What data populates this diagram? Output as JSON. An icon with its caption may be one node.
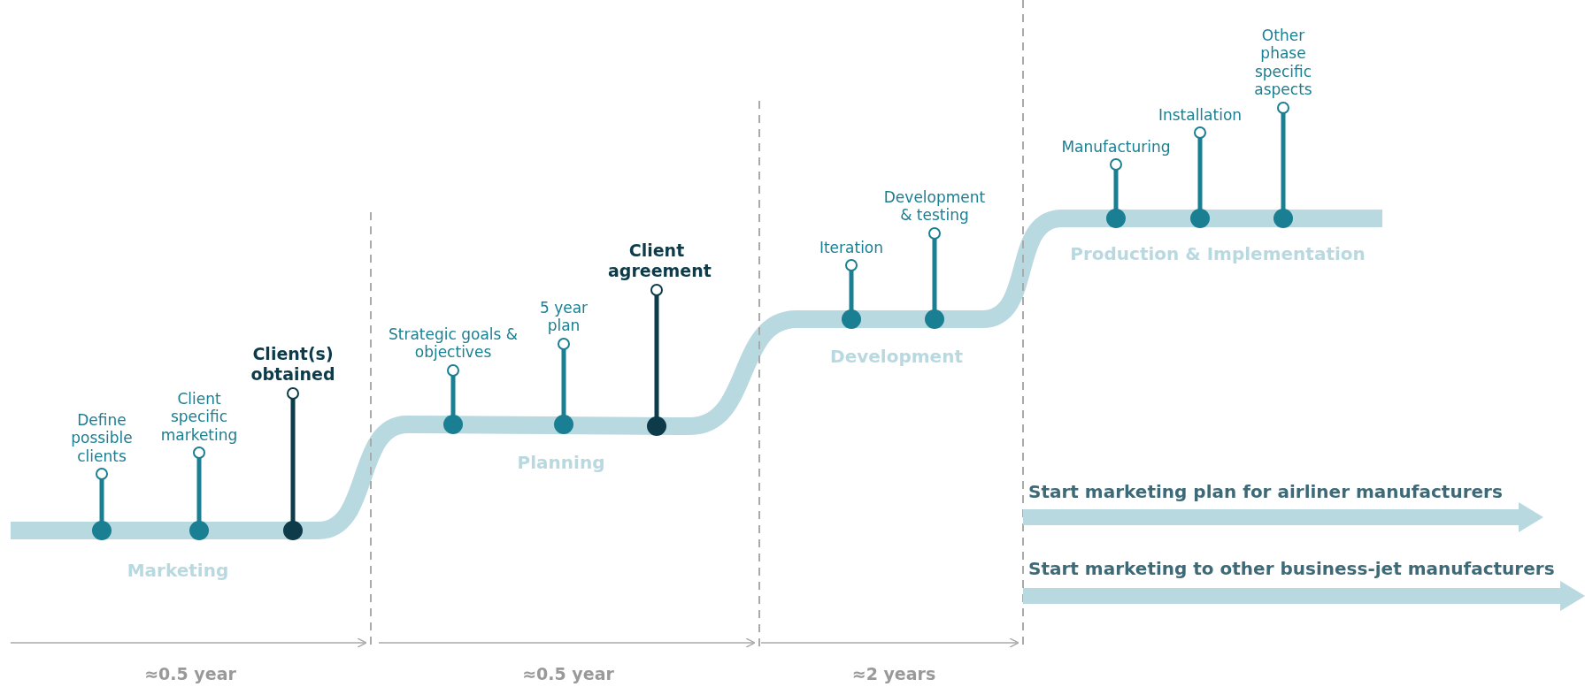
{
  "diagram": {
    "labels": [
      "Define possible clients",
      "Client specific marketing",
      "Client(s) obtained",
      "Marketing",
      "Strategic goals & objectives",
      "5 year plan",
      "Client agreement",
      "Planning",
      "Iteration",
      "Development & testing",
      "Development",
      "Manufacturing",
      "Installation",
      "Other phase specific aspects",
      "Production & Implementation",
      "Start marketing plan for airliner manufacturers",
      "Start marketing to other business-jet manufacturers",
      "≈0.5 year",
      "≈0.5 year",
      "≈2 years"
    ]
  }
}
